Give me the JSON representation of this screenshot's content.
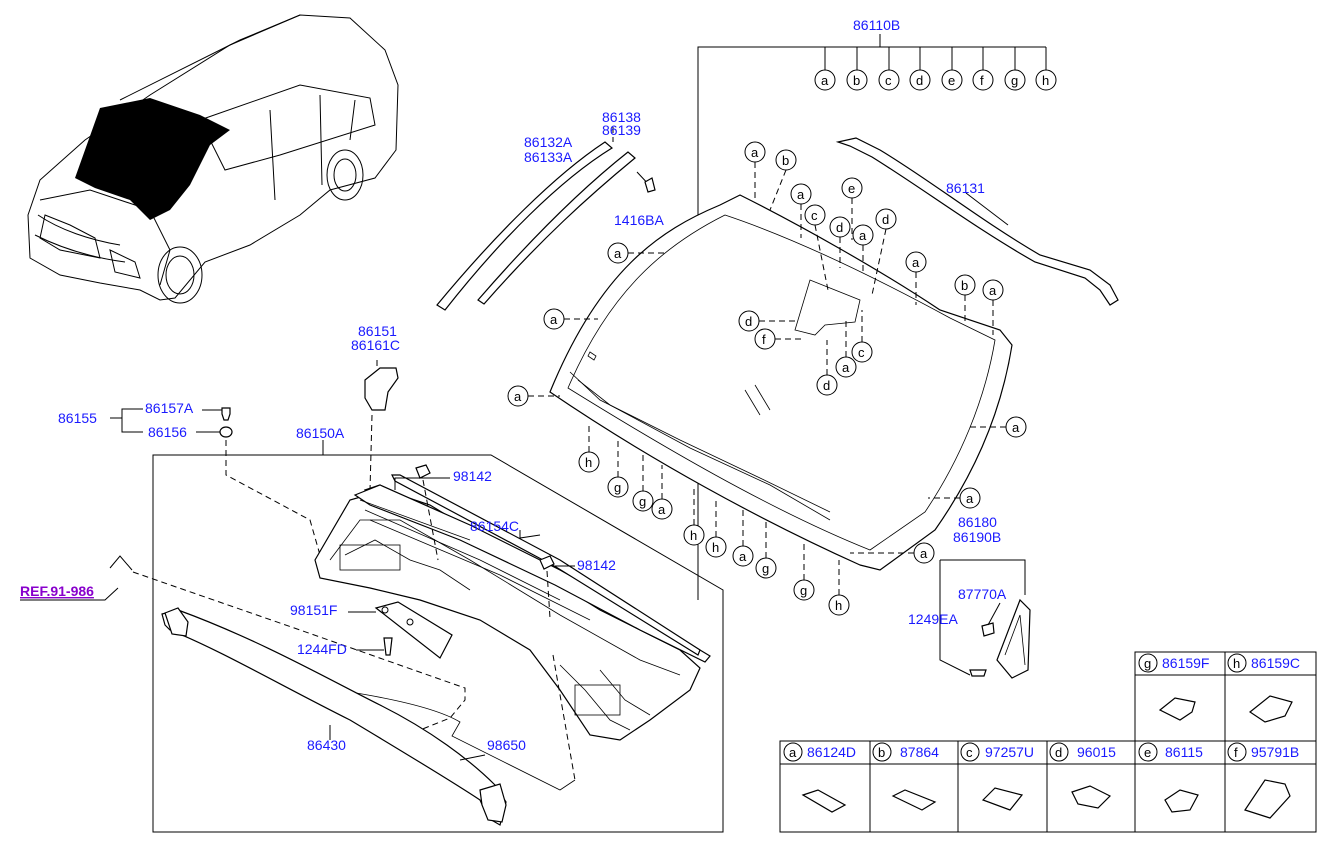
{
  "parts": {
    "p86110B": "86110B",
    "p86138": "86138",
    "p86139": "86139",
    "p86132A": "86132A",
    "p86133A": "86133A",
    "p1416BA": "1416BA",
    "p86131": "86131",
    "p86151": "86151",
    "p86161C": "86161C",
    "p86155": "86155",
    "p86157A": "86157A",
    "p86156": "86156",
    "p86150A": "86150A",
    "p98142a": "98142",
    "p98142b": "98142",
    "p86154C": "86154C",
    "p98151F": "98151F",
    "p1244FD": "1244FD",
    "p86430": "86430",
    "p98650": "98650",
    "p86180": "86180",
    "p86190B": "86190B",
    "p87770A": "87770A",
    "p1249EA": "1249EA",
    "ref": "REF.91-986"
  },
  "letters": {
    "a": "a",
    "b": "b",
    "c": "c",
    "d": "d",
    "e": "e",
    "f": "f",
    "g": "g",
    "h": "h"
  },
  "legend": [
    {
      "letter": "g",
      "part": "86159F"
    },
    {
      "letter": "h",
      "part": "86159C"
    },
    {
      "letter": "a",
      "part": "86124D"
    },
    {
      "letter": "b",
      "part": "87864"
    },
    {
      "letter": "c",
      "part": "97257U"
    },
    {
      "letter": "d",
      "part": "96015"
    },
    {
      "letter": "e",
      "part": "86115"
    },
    {
      "letter": "f",
      "part": "95791B"
    }
  ]
}
